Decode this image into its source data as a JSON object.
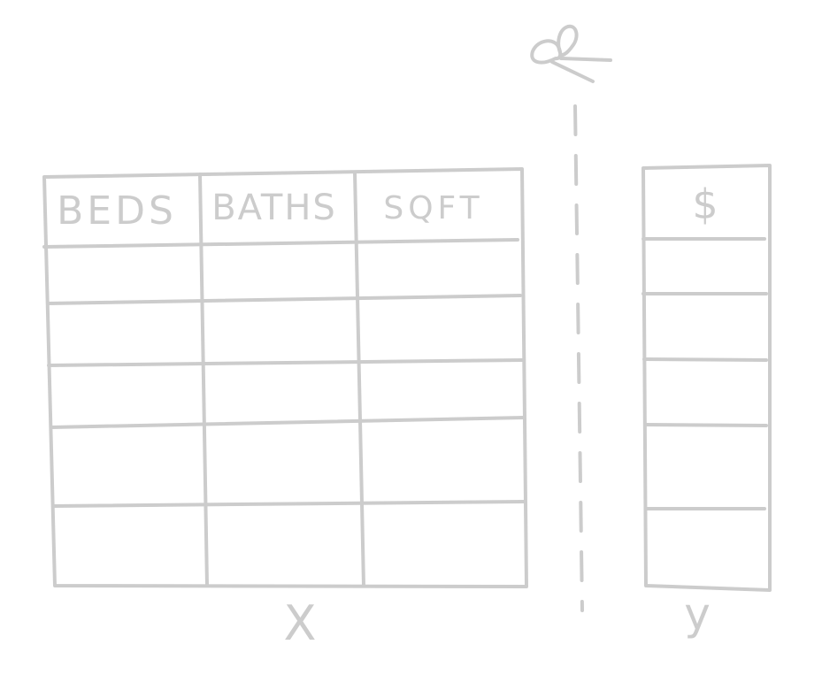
{
  "stroke_color": "#cccccc",
  "feature_table": {
    "headers": [
      "BEDS",
      "BATHS",
      "SQFT"
    ],
    "row_count": 5,
    "label": "X"
  },
  "target_table": {
    "header": "$",
    "row_count": 5,
    "label": "y"
  },
  "split_marker": {
    "icon": "scissors-icon",
    "style": "dashed"
  }
}
